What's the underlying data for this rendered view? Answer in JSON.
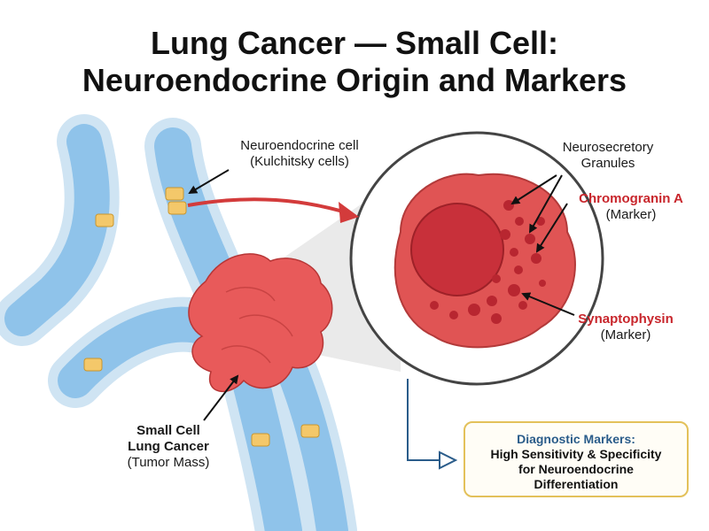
{
  "title": {
    "line1": "Lung Cancer — Small Cell:",
    "line2": "Neuroendocrine Origin and Markers"
  },
  "labels": {
    "ne_cell": {
      "line1": "Neuroendocrine cell",
      "line2": "(Kulchitsky cells)"
    },
    "granules": {
      "line1": "Neurosecretory",
      "line2": "Granules"
    },
    "chromogranin": {
      "name": "Chromogranin A",
      "sub": "(Marker)"
    },
    "synaptophysin": {
      "name": "Synaptophysin",
      "sub": "(Marker)"
    },
    "tumor": {
      "line1": "Small Cell",
      "line2": "Lung Cancer",
      "line3": "(Tumor Mass)"
    }
  },
  "diagnostic_box": {
    "heading": "Diagnostic Markers:",
    "line1": "High Sensitivity & Specificity",
    "line2": "for Neuroendocrine",
    "line3": "Differentiation"
  },
  "colors": {
    "epithelium": "#8fc3ea",
    "airway_wall": "#d4e9f7",
    "ne_cell": "#f4c86a",
    "tumor": "#e85a5a",
    "nucleus": "#d33b3b",
    "accent_red": "#c8262c",
    "box_border": "#e3c15a",
    "box_heading": "#2a5c8a"
  }
}
